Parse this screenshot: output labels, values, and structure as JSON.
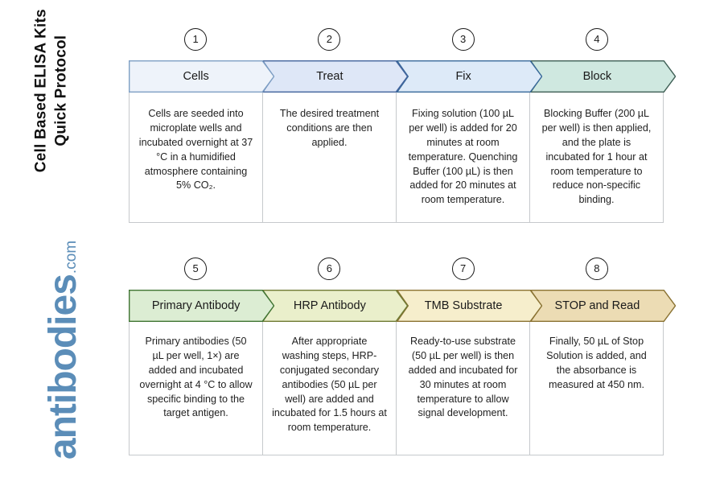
{
  "brand": {
    "protocol_title": "Cell Based ELISA Kits Quick Protocol",
    "logo_word": "antibodies",
    "logo_tld": ".com",
    "logo_color": "#5b8db8"
  },
  "rows": [
    {
      "row_id": "row-1",
      "steps": [
        {
          "number": "1",
          "label": "Cells",
          "fill": "#eef3fa",
          "stroke": "#7e9fc4",
          "body": "Cells are seeded into microplate wells and incubated overnight at 37 °C in a humidified atmosphere containing 5% CO₂."
        },
        {
          "number": "2",
          "label": "Treat",
          "fill": "#dee7f7",
          "stroke": "#41639c",
          "body": "The desired treatment conditions are then applied."
        },
        {
          "number": "3",
          "label": "Fix",
          "fill": "#ddeaf8",
          "stroke": "#38699a",
          "body": "Fixing solution (100 µL per well) is added for 20 minutes at room temperature. Quenching Buffer (100 µL) is then added for 20 minutes at room temperature."
        },
        {
          "number": "4",
          "label": "Block",
          "fill": "#cfe8e0",
          "stroke": "#3f5f55",
          "body": "Blocking Buffer (200 µL per well) is then applied, and the plate is incubated for 1 hour at room temperature to reduce non-specific binding."
        }
      ]
    },
    {
      "row_id": "row-2",
      "steps": [
        {
          "number": "5",
          "label": "Primary Antibody",
          "fill": "#dcedd3",
          "stroke": "#3f7432",
          "body": "Primary antibodies (50 µL per well, 1×) are added and incubated overnight at 4 °C to allow specific binding to the target antigen."
        },
        {
          "number": "6",
          "label": "HRP Antibody",
          "fill": "#eaefcb",
          "stroke": "#6f7a34",
          "body": "After appropriate washing steps, HRP-conjugated secondary antibodies (50 µL per well) are added and incubated for 1.5 hours at room temperature."
        },
        {
          "number": "7",
          "label": "TMB Substrate",
          "fill": "#f6eecc",
          "stroke": "#8a7232",
          "body": "Ready-to-use substrate (50 µL per well) is then added and incubated for 30 minutes at room temperature to allow signal development."
        },
        {
          "number": "8",
          "label": "STOP and Read",
          "fill": "#ecdcb4",
          "stroke": "#8a7232",
          "body": "Finally, 50 µL of Stop Solution is added, and the absorbance is measured at 450 nm."
        }
      ]
    }
  ]
}
